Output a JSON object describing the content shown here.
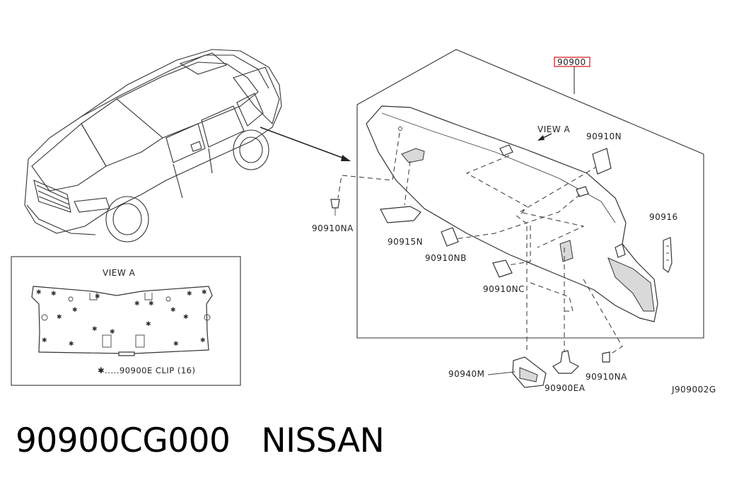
{
  "callouts": {
    "assembly": "90900",
    "view_a_main": "VIEW A",
    "p_90910N": "90910N",
    "p_90916": "90916",
    "p_90910NA_left": "90910NA",
    "p_90915N": "90915N",
    "p_90910NB": "90910NB",
    "p_90910NC": "90910NC",
    "p_90940M": "90940M",
    "p_90900EA": "90900EA",
    "p_90910NA_bottom": "90910NA",
    "diagram_id": "J909002G"
  },
  "inset": {
    "title": "VIEW A",
    "legend": "✱.....90900E CLIP (16)"
  },
  "footer": {
    "part_number": "90900CG000",
    "brand": "NISSAN"
  },
  "colors": {
    "highlight": "#e0202a",
    "line": "#333333"
  }
}
